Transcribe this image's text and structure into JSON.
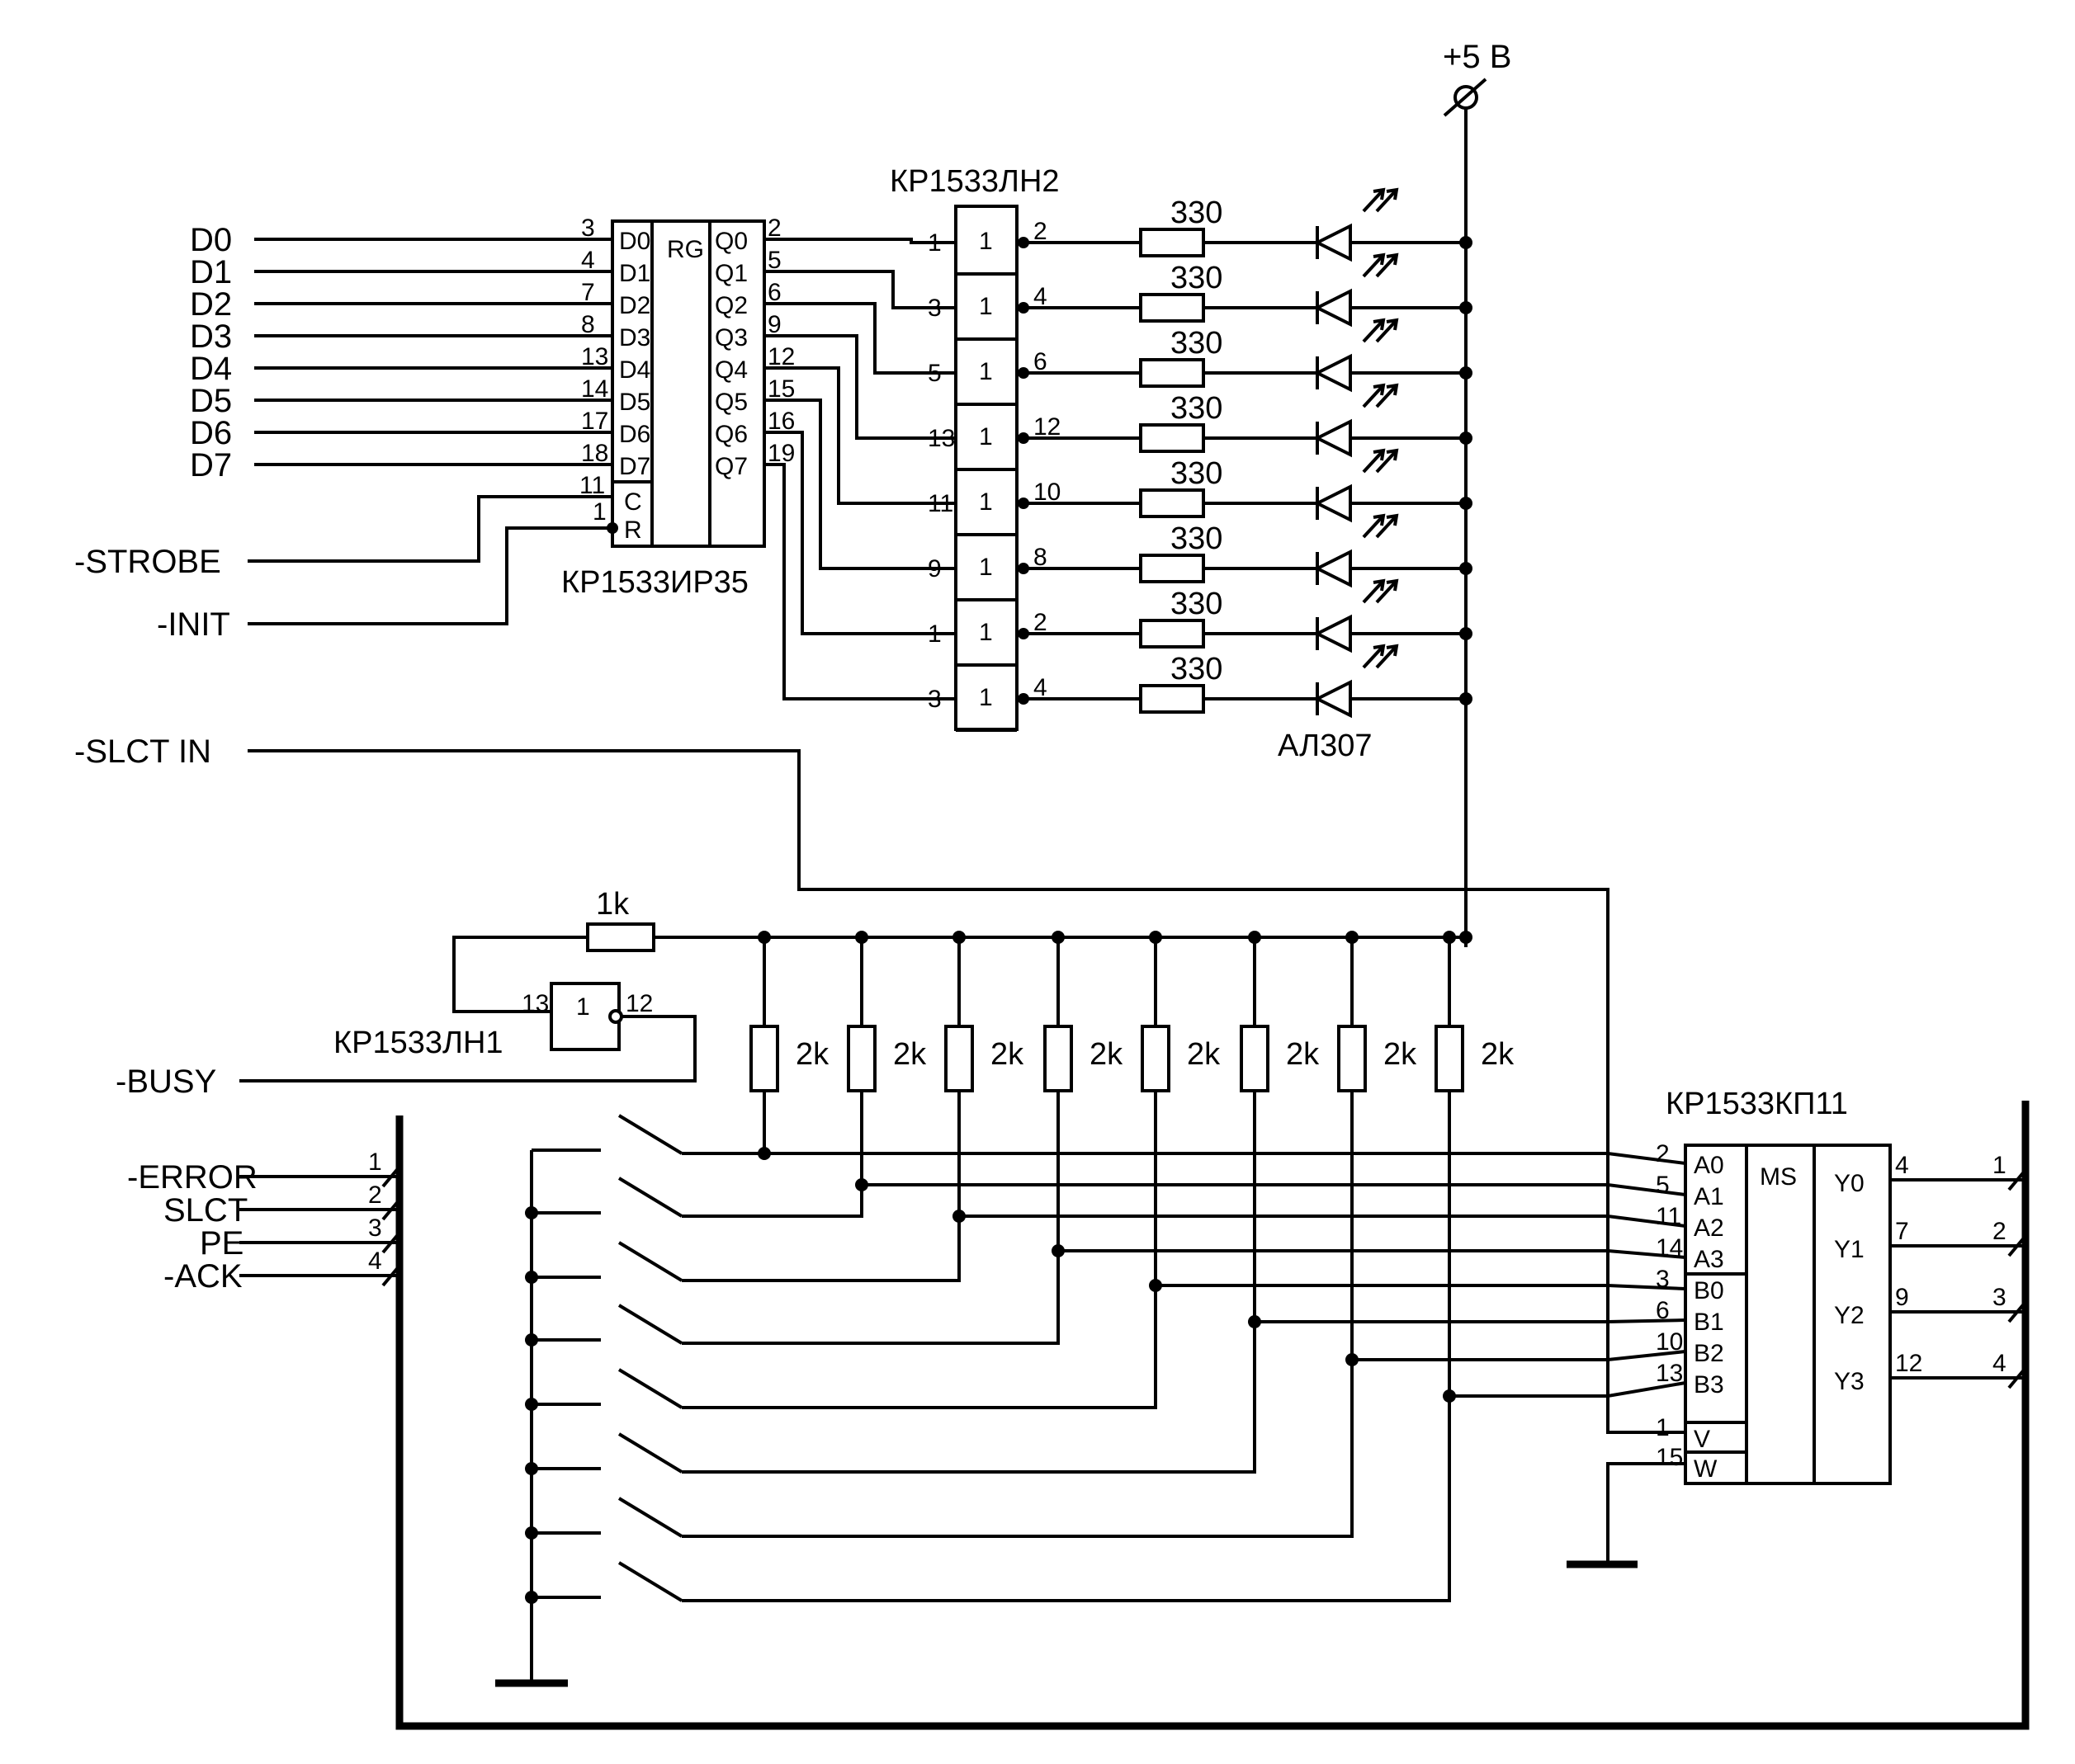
{
  "power": {
    "label": "+5 В"
  },
  "register": {
    "name": "КР1533ИР35",
    "type_label": "RG",
    "inputs": [
      "D0",
      "D1",
      "D2",
      "D3",
      "D4",
      "D5",
      "D6",
      "D7"
    ],
    "input_pins": [
      "3",
      "4",
      "7",
      "8",
      "13",
      "14",
      "17",
      "18"
    ],
    "outputs": [
      "Q0",
      "Q1",
      "Q2",
      "Q3",
      "Q4",
      "Q5",
      "Q6",
      "Q7"
    ],
    "output_pins": [
      "2",
      "5",
      "6",
      "9",
      "12",
      "15",
      "16",
      "19"
    ],
    "clock_label": "C",
    "clock_pin": "11",
    "reset_label": "R",
    "reset_pin": "1"
  },
  "data_lines": [
    "D0",
    "D1",
    "D2",
    "D3",
    "D4",
    "D5",
    "D6",
    "D7"
  ],
  "control_signals": {
    "strobe": "-STROBE",
    "init": "-INIT",
    "slct_in": "-SLCT IN",
    "busy": "-BUSY"
  },
  "inverters": {
    "name": "КР1533ЛН2",
    "symbol": "1",
    "input_pins": [
      "1",
      "3",
      "5",
      "13",
      "11",
      "9",
      "1",
      "3"
    ],
    "output_pins": [
      "2",
      "4",
      "6",
      "12",
      "10",
      "8",
      "2",
      "4"
    ]
  },
  "led_resistor_value": "330",
  "led_name": "АЛ307",
  "busy_inverter": {
    "name": "КР1533ЛН1",
    "symbol": "1",
    "in_pin": "13",
    "out_pin": "12"
  },
  "pullup_feedback": "1k",
  "pullup_resistor_value": "2k",
  "mux": {
    "name": "КР1533КП11",
    "type_label": "MS",
    "inputs": [
      "A0",
      "A1",
      "A2",
      "A3",
      "B0",
      "B1",
      "B2",
      "B3",
      "V",
      "W"
    ],
    "input_pins": [
      "2",
      "5",
      "11",
      "14",
      "3",
      "6",
      "10",
      "13",
      "1",
      "15"
    ],
    "outputs": [
      "Y0",
      "Y1",
      "Y2",
      "Y3"
    ],
    "output_pins": [
      "4",
      "7",
      "9",
      "12"
    ]
  },
  "status_signals": [
    "-ERROR",
    "SLCT",
    "PE",
    "-ACK"
  ],
  "connector_pins": [
    "1",
    "2",
    "3",
    "4"
  ],
  "colors": {
    "ink": "#000000",
    "paper": "#ffffff"
  }
}
